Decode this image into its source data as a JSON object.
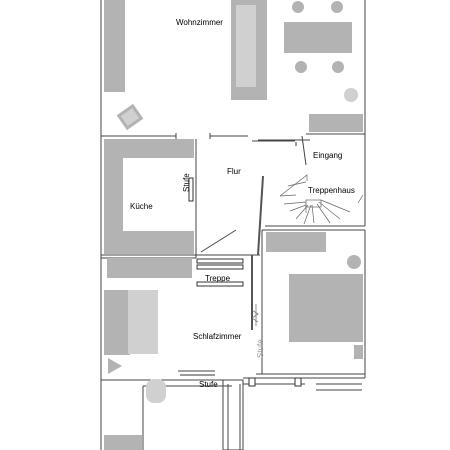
{
  "plan": {
    "rooms": {
      "wohnzimmer": "Wohnzimmer",
      "kueche": "Küche",
      "flur": "Flur",
      "eingang": "Eingang",
      "treppenhaus": "Treppenhaus",
      "treppe": "Treppe",
      "schlafzimmer": "Schlafzimmer"
    },
    "labels": {
      "stufe_kitchen": "Stufe",
      "stufe_bedroom": "Stufe",
      "stufe_bottom": "Stufe"
    },
    "colors": {
      "furniture": "#b3b3b3",
      "furniture_light": "#d0d0d0",
      "wall": "#444444"
    }
  }
}
